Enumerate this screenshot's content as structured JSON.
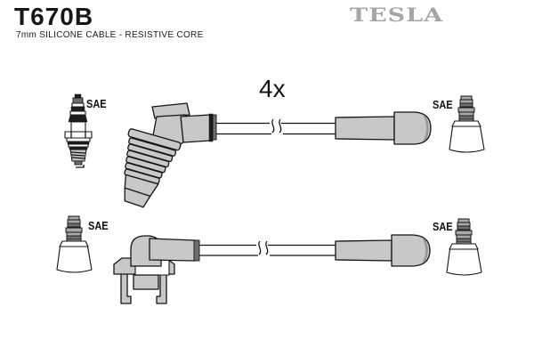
{
  "header": {
    "part_number": "T670B",
    "subtitle": "7mm SILICONE CABLE - RESISTIVE CORE",
    "brand": "TESLA"
  },
  "diagram": {
    "quantity_label": "4x",
    "labels": {
      "plug_top_left": "SAE",
      "boot_top_right": "SAE",
      "boot_bottom_left": "SAE",
      "boot_bottom_right": "SAE"
    },
    "colors": {
      "outline": "#141414",
      "boot_gray": "#c8c8c8",
      "boot_gray_mid": "#a9a9a9",
      "boot_gray_dark": "#6e6e6e",
      "brand_gray": "#a6a6a6"
    }
  }
}
